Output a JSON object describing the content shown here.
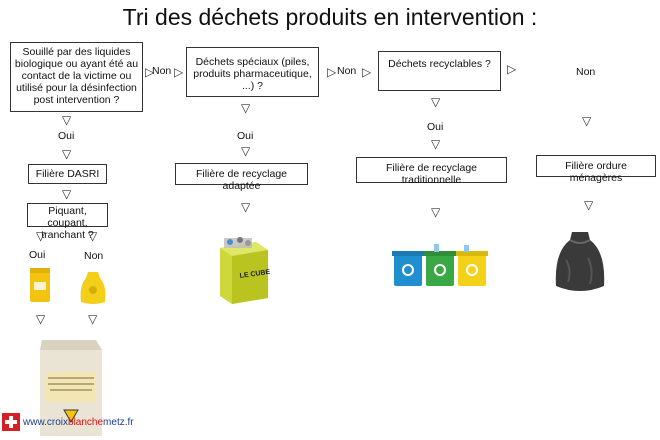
{
  "title": "Tri des déchets produits en intervention :",
  "nodes": {
    "q1": "Souillé par des liquides biologique ou ayant été au contact de la victime ou utilisé pour la désinfection post intervention ?",
    "q2": "Déchets spéciaux (piles, produits pharmaceutique, ...) ?",
    "q3": "Déchets recyclables ?",
    "dasri": "Filière DASRI",
    "piquant": "Piquant, coupant, tranchant ?",
    "adaptee": "Filière de recyclage adaptée",
    "traditionnelle": "Filière de recyclage traditionnelle",
    "menageres": "Filière ordure ménagères"
  },
  "labels": {
    "non1": "Non",
    "non2": "Non",
    "non3": "Non",
    "oui1": "Oui",
    "oui2": "Oui",
    "oui3": "Oui",
    "oui_sharp": "Oui",
    "non_sharp": "Non"
  },
  "images": {
    "pile_box_text": "LE CUBE À PILES"
  },
  "footer": {
    "url_prefix": "www.croix",
    "url_mid": "blanche",
    "url_suffix": "metz.fr"
  },
  "colors": {
    "dasri_yellow": "#f2c30f",
    "bin_blue": "#1f8fd0",
    "bin_green": "#3aa845",
    "bin_yellow": "#f5d21a",
    "bag_gray": "#3a3a3a"
  }
}
